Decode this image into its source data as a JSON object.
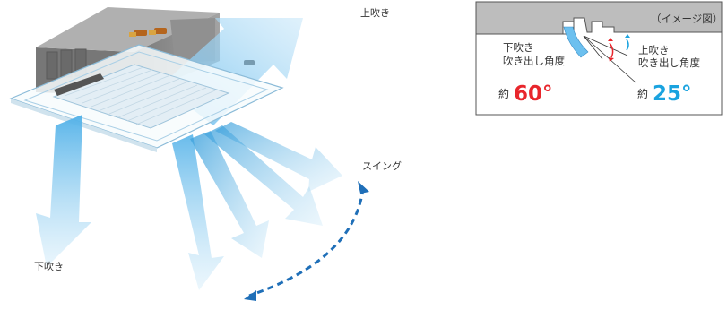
{
  "labels": {
    "up_blow": "上吹き",
    "down_blow": "下吹き",
    "swing": "スイング"
  },
  "inset": {
    "caption": "（イメージ図）",
    "down_title_line1": "下吹き",
    "down_title_line2": "吹き出し角度",
    "down_prefix": "約",
    "down_angle": "60°",
    "up_title_line1": "上吹き",
    "up_title_line2": "吹き出し角度",
    "up_prefix": "約",
    "up_angle": "25°"
  },
  "colors": {
    "airflow": "#8fcdf0",
    "airflow_dark": "#3aa0dc",
    "swing_arrow": "#1f6fb8",
    "down_angle": "#e8262c",
    "up_angle": "#1aa3df",
    "unit_body": "#8c8c8c"
  }
}
